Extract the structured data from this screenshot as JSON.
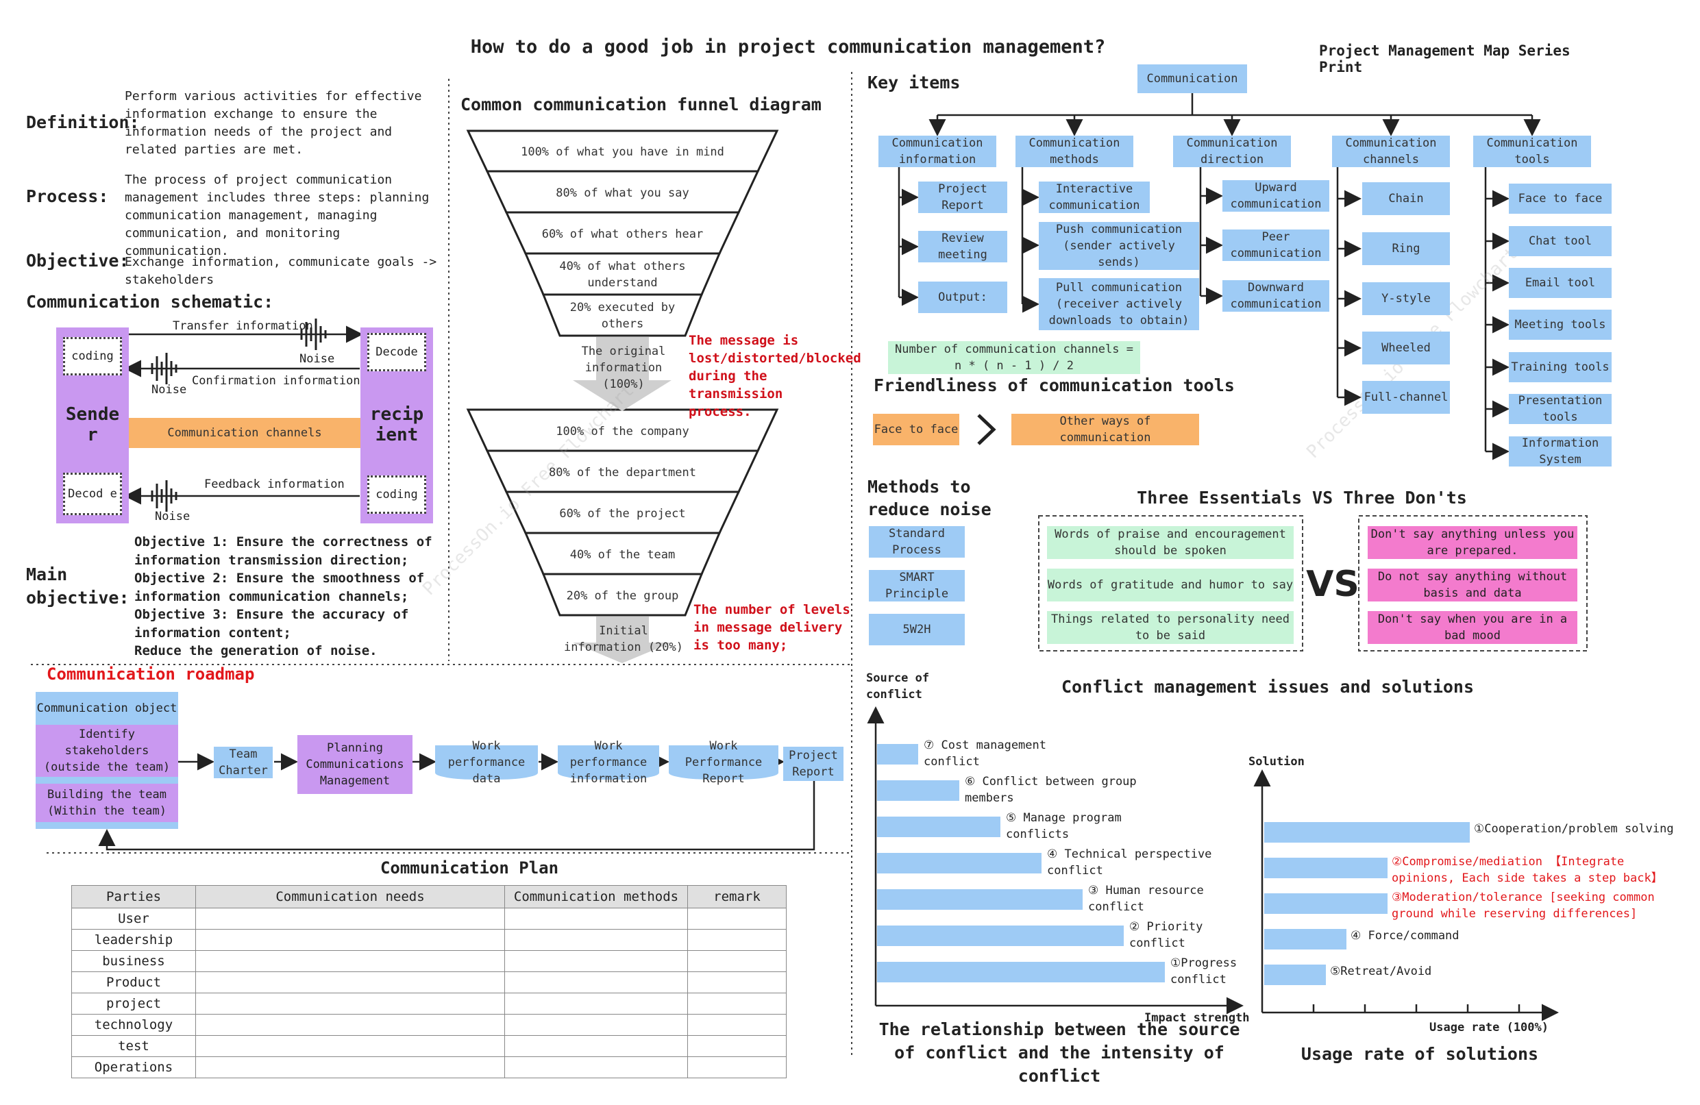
{
  "title": "How to do a good job in project communication management?",
  "series_print": "Project Management Map Series Print",
  "watermark": "ProcessOn.io Free Flowchart",
  "left": {
    "definition_label": "Definition:",
    "definition_text": "Perform various activities for effective information exchange to ensure the information needs of the project and related parties are met.",
    "process_label": "Process:",
    "process_text": "The process of project communication management includes three steps: planning communication management, managing communication, and monitoring communication.",
    "objective_label": "Objective:",
    "objective_text": "Exchange information, communicate goals -> stakeholders",
    "schematic_title": "Communication schematic:",
    "sender": "Sende r",
    "recipient": "recip ient",
    "coding_l": "coding",
    "decode_r": "Decode",
    "decode_l": "Decod e",
    "coding_r": "coding",
    "transfer": "Transfer information",
    "confirmation": "Confirmation information",
    "feedback": "Feedback information",
    "channels": "Communication channels",
    "noise": "Noise",
    "main_label": "Main objective:",
    "main_items": [
      "Objective 1: Ensure the correctness of information transmission direction;",
      "Objective 2: Ensure the smoothness of information communication channels;",
      "Objective 3: Ensure the accuracy of information content;",
      "Reduce the generation of noise."
    ]
  },
  "funnel": {
    "title": "Common communication funnel diagram",
    "top_levels": [
      "100% of what you have in mind",
      "80% of what you say",
      "60% of what others hear",
      "40% of what others understand",
      "20% executed by others"
    ],
    "top_arrow": "The original information (100%)",
    "top_note": "The message is lost/distorted/blocked during the transmission process.",
    "bottom_levels": [
      "100% of the company",
      "80% of the department",
      "60% of the project",
      "40% of the team",
      "20% of the group"
    ],
    "bottom_arrow": "Initial information (20%)",
    "bottom_note": "The number of levels in message delivery is too many;"
  },
  "roadmap": {
    "title": "Communication roadmap",
    "object": "Communication object",
    "identify": "Identify stakeholders (outside the team)",
    "building": "Building the team (Within the team)",
    "steps": [
      "Team Charter",
      "Planning Communications Management",
      "Work performance data",
      "Work performance information",
      "Work Performance Report",
      "Project Report"
    ]
  },
  "plan": {
    "title": "Communication Plan",
    "headers": [
      "Parties",
      "Communication needs",
      "Communication methods",
      "remark"
    ],
    "rows": [
      "User",
      "leadership",
      "business",
      "Product",
      "project",
      "technology",
      "test",
      "Operations"
    ]
  },
  "key": {
    "title": "Key items",
    "root": "Communication",
    "categories": [
      "Communication information",
      "Communication methods",
      "Communication direction",
      "Communication channels",
      "Communication tools"
    ],
    "info_items": [
      "Project Report",
      "Review meeting",
      "Output:"
    ],
    "method_items": [
      "Interactive communication",
      "Push communication (sender actively sends)",
      "Pull communication (receiver actively downloads to obtain)"
    ],
    "direction_items": [
      "Upward communication",
      "Peer communication",
      "Downward communication"
    ],
    "channel_items": [
      "Chain",
      "Ring",
      "Y-style",
      "Wheeled",
      "Full-channel"
    ],
    "tool_items": [
      "Face to face",
      "Chat tool",
      "Email tool",
      "Meeting tools",
      "Training tools",
      "Presentation tools",
      "Information System"
    ],
    "formula": "Number of communication channels = n * ( n - 1 ) / 2"
  },
  "friendliness": {
    "title": "Friendliness of communication tools",
    "face": "Face to face",
    "other": "Other ways of communication"
  },
  "noise_methods": {
    "title": "Methods to reduce noise",
    "items": [
      "Standard Process",
      "SMART Principle",
      "5W2H"
    ]
  },
  "essentials": {
    "title": "Three Essentials VS Three Don'ts",
    "dos": [
      "Words of praise and encouragement should be spoken",
      "Words of gratitude and humor to say",
      "Things related to personality need to be said"
    ],
    "donts": [
      "Don't say anything unless you are prepared.",
      "Do not say anything without basis and data",
      "Don't say when you are in a bad mood"
    ],
    "vs": "VS"
  },
  "conflict": {
    "title": "Conflict management issues and solutions",
    "source_axis": "Source of conflict",
    "impact_axis": "Impact strength",
    "source_bars": [
      {
        "label": "⑦ Cost management conflict",
        "value": 1
      },
      {
        "label": "⑥ Conflict between group members",
        "value": 2
      },
      {
        "label": "⑤ Manage program conflicts",
        "value": 3
      },
      {
        "label": "④ Technical perspective conflict",
        "value": 4
      },
      {
        "label": "③ Human resource conflict",
        "value": 5
      },
      {
        "label": "② Priority conflict",
        "value": 6
      },
      {
        "label": "①Progress conflict",
        "value": 7
      }
    ],
    "source_caption": "The relationship between the source of conflict and the intensity of conflict",
    "solution_axis": "Solution",
    "usage_axis": "Usage rate (100%)",
    "solution_bars": [
      {
        "label": "①Cooperation/problem solving",
        "value": 5,
        "color": "#222222"
      },
      {
        "label": "②Compromise/mediation 【Integrate opinions, Each side takes a step back】",
        "value": 3,
        "color": "#e2171b"
      },
      {
        "label": "③Moderation/tolerance [seeking common ground while reserving differences]",
        "value": 3,
        "color": "#e2171b"
      },
      {
        "label": "④ Force/command",
        "value": 2,
        "color": "#222222"
      },
      {
        "label": "⑤Retreat/Avoid",
        "value": 1.5,
        "color": "#222222"
      }
    ],
    "solution_caption": "Usage rate of solutions"
  },
  "colors": {
    "blue": "#9ecbf5",
    "purple": "#c998f0",
    "orange": "#f9b36a",
    "green": "#c8f4d8",
    "pink": "#f37bcd",
    "red": "#e2171b"
  }
}
